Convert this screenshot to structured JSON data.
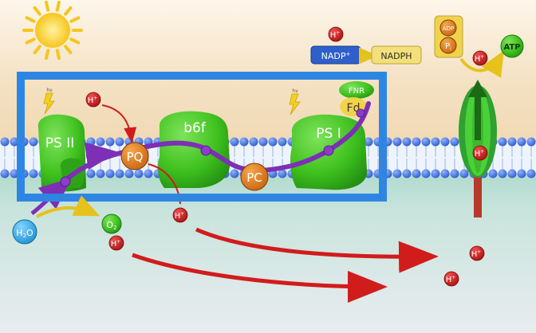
{
  "complexes": {
    "ps2": "PS II",
    "b6f": "b6f",
    "ps1": "PS I",
    "fnr": "FNR",
    "fd": "Fd"
  },
  "carriers": {
    "pq": "PQ",
    "pc": "PC"
  },
  "molecules": {
    "h2o_main": "H",
    "h2o_sub": "2",
    "h2o_tail": "O",
    "o2_main": "O",
    "o2_sub": "2",
    "nadp_plus": "NADP",
    "nadp_sup": "+",
    "nadph": "NADPH",
    "adp": "ADP",
    "pi_main": "P",
    "pi_sub": "i",
    "atp": "ATP"
  },
  "proton": {
    "main": "H",
    "sup": "+"
  },
  "light_symbol": "hν",
  "colors": {
    "sky": "#f6e7cf",
    "stroma_green": "#a9d9c8",
    "lumen": "#e6eaee",
    "membrane_head": "#3d6fe0",
    "protein_green": "#3fc11f",
    "carrier_orange": "#e0781b",
    "electron_path": "#7d2fb6",
    "proton_red": "#d11c1c",
    "highlight_box": "#2f86e2",
    "label_yellow": "#f3e07a",
    "nadp_blue": "#2f60c9",
    "atp_synthase": "#2fa12f"
  }
}
